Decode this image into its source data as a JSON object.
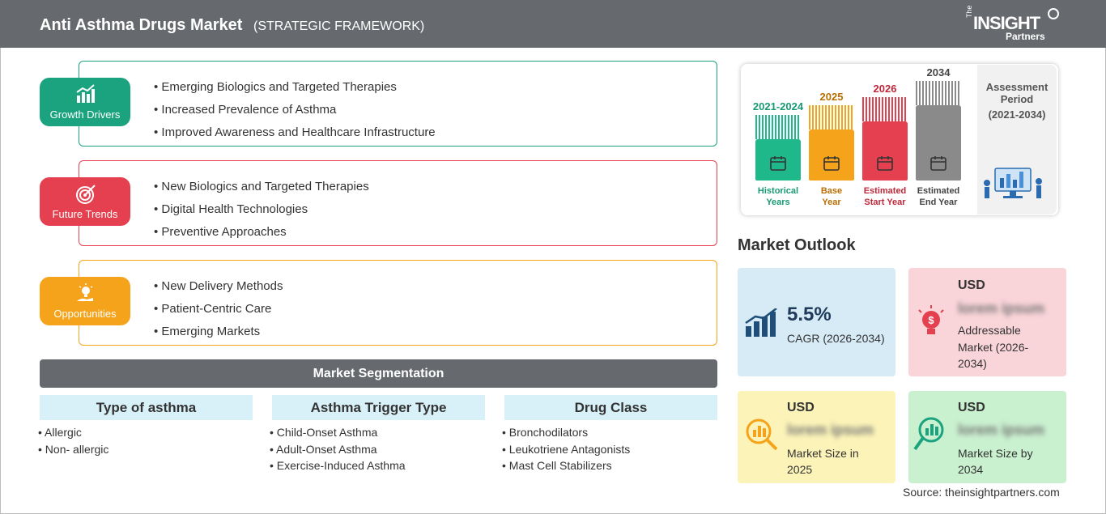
{
  "header": {
    "title": "Anti Asthma Drugs Market",
    "subtitle": "(STRATEGIC FRAMEWORK)"
  },
  "logo": {
    "the": "The",
    "insight": "INSIGHT",
    "partners": "Partners"
  },
  "growth_drivers": {
    "label": "Growth Drivers",
    "color": "#1aa37e",
    "items": [
      "Emerging Biologics and Targeted Therapies",
      "Increased Prevalence of Asthma",
      "Improved Awareness and Healthcare Infrastructure"
    ]
  },
  "future_trends": {
    "label": "Future Trends",
    "color": "#e5404f",
    "items": [
      "New Biologics and Targeted Therapies",
      "Digital Health Technologies",
      "Preventive Approaches"
    ]
  },
  "opportunities": {
    "label": "Opportunities",
    "color": "#f5a31a",
    "items": [
      "New Delivery Methods",
      "Patient-Centric Care",
      "Emerging Markets"
    ]
  },
  "segmentation": {
    "title": "Market Segmentation",
    "columns": [
      {
        "heading": "Type of asthma",
        "items": [
          "Allergic",
          "Non- allergic"
        ]
      },
      {
        "heading": "Asthma Trigger Type",
        "items": [
          "Child-Onset Asthma",
          "Adult-Onset Asthma",
          "Exercise-Induced Asthma"
        ]
      },
      {
        "heading": "Drug Class",
        "items": [
          "Bronchodilators",
          "Leukotriene Antagonists",
          "Mast Cell Stabilizers"
        ]
      }
    ]
  },
  "timeline": {
    "bars": [
      {
        "year": "2021-2024",
        "line1": "Historical",
        "line2": "Years",
        "color": "#1fb88a",
        "text_color": "#179a73"
      },
      {
        "year": "2025",
        "line1": "Base",
        "line2": "Year",
        "color": "#f5a31a",
        "text_color": "#b86e00"
      },
      {
        "year": "2026",
        "line1": "Estimated",
        "line2": "Start Year",
        "color": "#e5404f",
        "text_color": "#c0283a"
      },
      {
        "year": "2034",
        "line1": "Estimated",
        "line2": "End Year",
        "color": "#8a8a8a",
        "text_color": "#444444"
      }
    ],
    "assessment": {
      "line1": "Assessment",
      "line2": "Period",
      "range": "(2021-2034)"
    }
  },
  "outlook": {
    "title": "Market Outlook",
    "cagr": {
      "value": "5.5%",
      "label": "CAGR (2026-2034)",
      "bg": "#d6ebf6"
    },
    "addressable": {
      "currency": "USD",
      "value": "lorem ipsum",
      "label1": "Addressable",
      "label2": "Market (2026-",
      "label3": "2034)",
      "bg": "#f9d4d8"
    },
    "size_2025": {
      "currency": "USD",
      "value": "lorem ipsum",
      "label1": "Market Size in",
      "label2": "2025",
      "bg": "#fbf3b8"
    },
    "size_2034": {
      "currency": "USD",
      "value": "lorem ipsum",
      "label1": "Market Size by",
      "label2": "2034",
      "bg": "#c9f0cf"
    }
  },
  "source": "Source: theinsightpartners.com"
}
